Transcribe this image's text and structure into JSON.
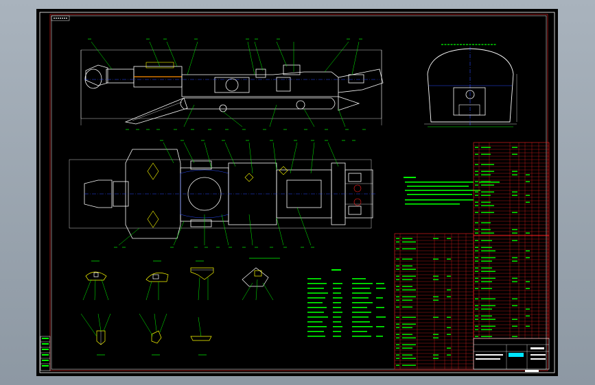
{
  "window": {
    "background": "#9aa4ae",
    "canvas_background": "#000000"
  },
  "colors": {
    "frame": "#ffffff",
    "outline": "#00e5ff",
    "body": "#ffffff",
    "leader": "#00ff00",
    "label": "#00ff00",
    "centerline": "#2a4bff",
    "table": "#ff2020",
    "yellow": "#ffff00",
    "orange": "#ff8c00"
  },
  "drawing": {
    "title_block_label": "",
    "icons": [
      "drawing-frame",
      "machine-side-view",
      "machine-top-view",
      "tunnel-section",
      "section-detail"
    ]
  }
}
